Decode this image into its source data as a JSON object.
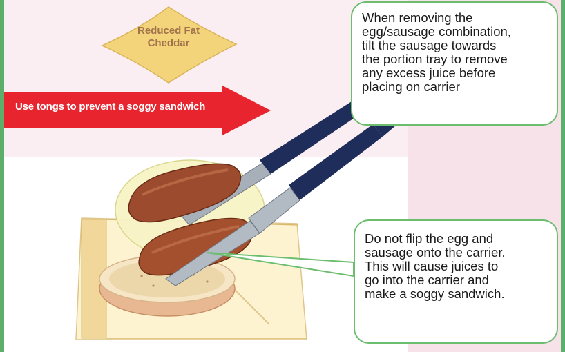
{
  "cheese_label": {
    "line1": "Reduced Fat",
    "line2": "Cheddar"
  },
  "arrow_label": "Use tongs to prevent a soggy sandwich",
  "callout_top": {
    "lines": [
      "When removing the",
      "egg/sausage combination,",
      "tilt the sausage towards",
      "the portion tray to remove",
      "any excess juice before",
      "placing on carrier"
    ]
  },
  "callout_bottom": {
    "lines": [
      "Do not flip the egg and",
      "sausage onto the carrier.",
      "This will cause juices to",
      "go into the carrier and",
      "make a soggy sandwich."
    ]
  },
  "colors": {
    "frame": "#5dae6a",
    "arrow": "#e8242e",
    "cheese": "#f3d47a",
    "callout_border": "#6dbd6f",
    "tongs_handle": "#1f2d5a",
    "tongs_metal": "#9aa3ad"
  }
}
